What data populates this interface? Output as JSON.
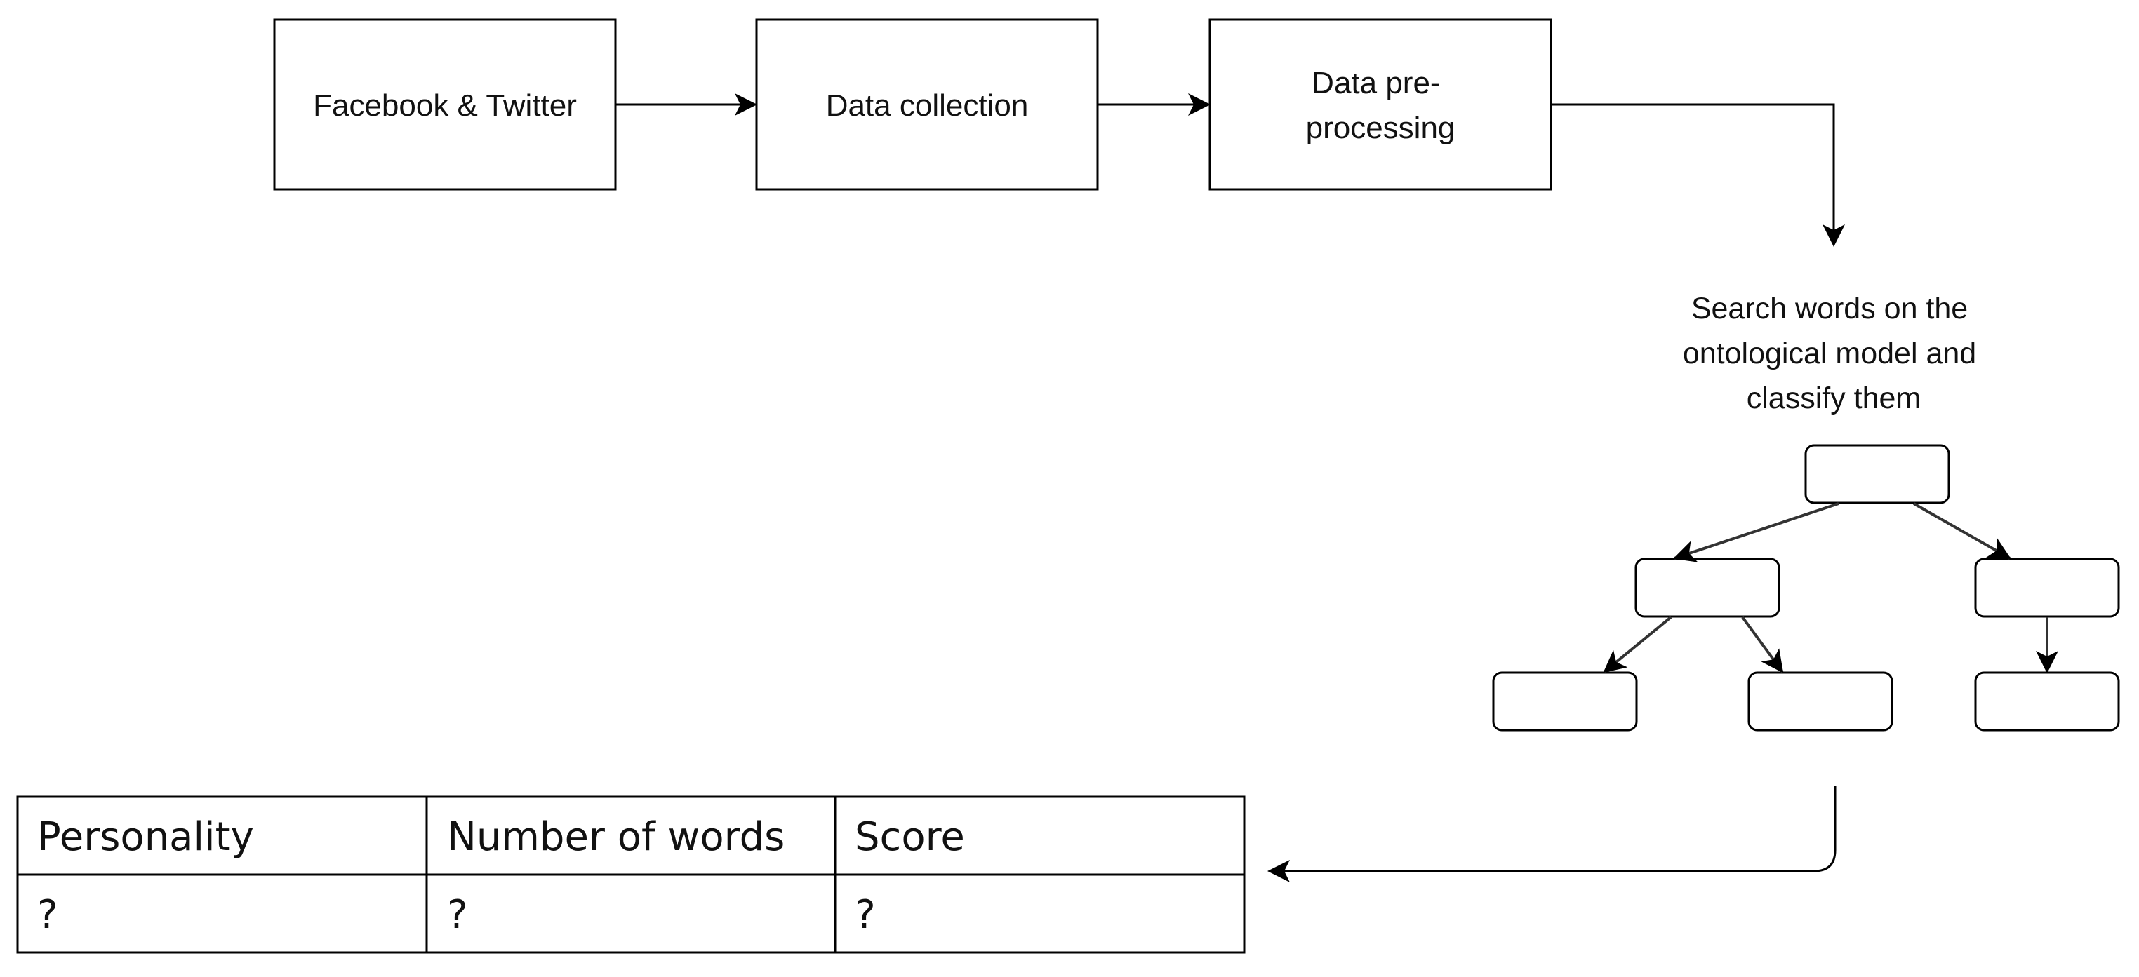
{
  "process_boxes": [
    {
      "lines": [
        "Facebook & Twitter"
      ]
    },
    {
      "lines": [
        "Data collection"
      ]
    },
    {
      "lines": [
        "Data pre-",
        "processing"
      ]
    }
  ],
  "search_step": {
    "lines": [
      "Search words on the",
      "ontological model and",
      "classify them"
    ]
  },
  "result_table": {
    "headers": [
      "Personality",
      "Number of words",
      "Score"
    ],
    "rows": [
      [
        "?",
        "?",
        "?"
      ]
    ]
  },
  "colors": {
    "stroke": "#000000",
    "text": "#111111",
    "background": "#ffffff"
  }
}
